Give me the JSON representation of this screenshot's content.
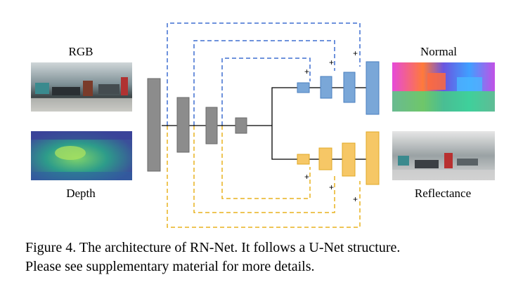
{
  "labels": {
    "rgb": "RGB",
    "depth": "Depth",
    "normal": "Normal",
    "reflectance": "Reflectance"
  },
  "skip_symbol": "+",
  "caption": {
    "line1": "Figure 4. The architecture of RN-Net. It follows a U-Net structure.",
    "line2": "Please see supplementary material for more details."
  },
  "colors": {
    "encoder": "#8c8c8c",
    "normal_branch": "#7aa7d8",
    "normal_line": "#3f6fd0",
    "reflectance_branch": "#f6c766",
    "reflectance_line": "#e8b21f"
  }
}
